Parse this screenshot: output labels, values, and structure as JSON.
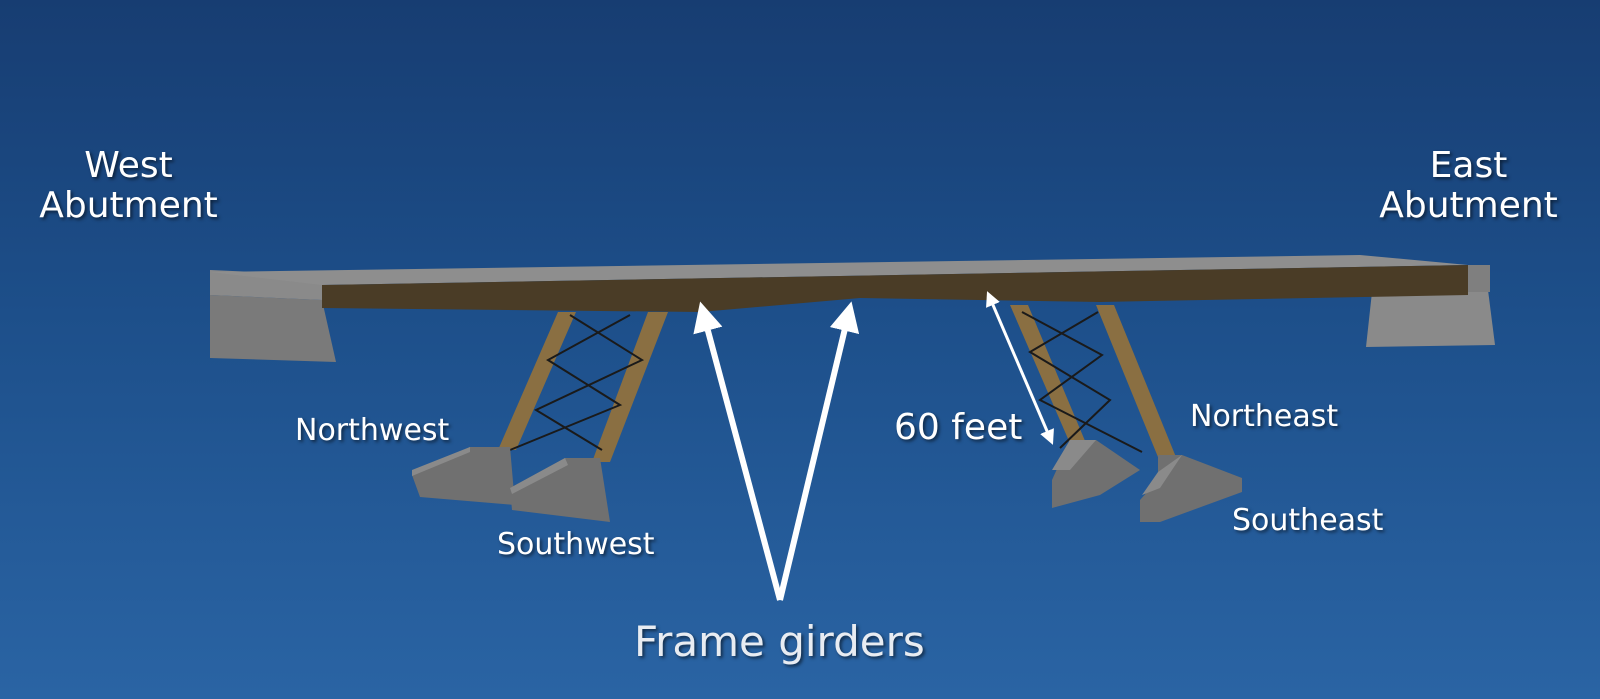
{
  "labels": {
    "west_line1": "West",
    "west_line2": "Abutment",
    "east_line1": "East",
    "east_line2": "Abutment",
    "northwest": "Northwest",
    "southwest": "Southwest",
    "northeast": "Northeast",
    "southeast": "Southeast",
    "height": "60 feet",
    "frame_girders": "Frame girders"
  },
  "colors": {
    "deck_top": "#8e8e8e",
    "deck_side": "#4a3c26",
    "leg": "#8a6f42",
    "footing": "#6f6f6f",
    "arrow": "#ffffff"
  }
}
